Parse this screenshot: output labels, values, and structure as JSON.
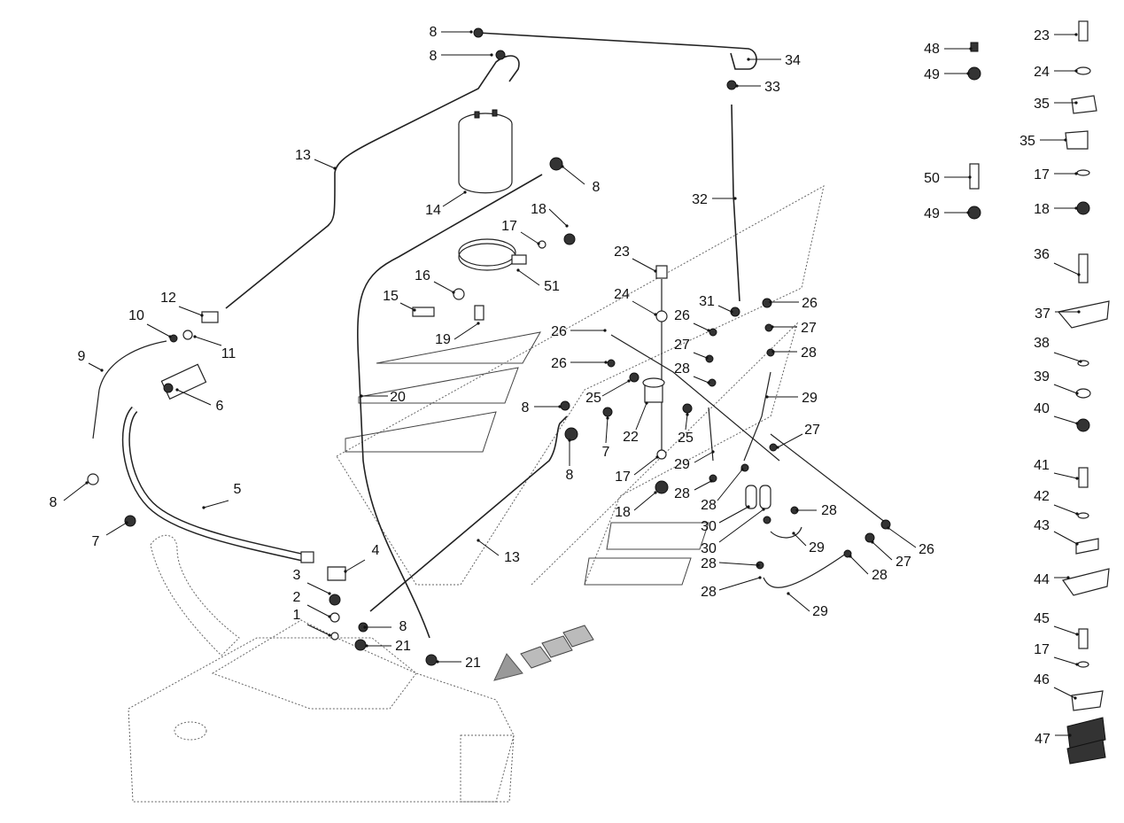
{
  "callouts": [
    {
      "label": "8"
    },
    {
      "label": "8"
    },
    {
      "label": "34"
    },
    {
      "label": "33"
    },
    {
      "label": "48"
    },
    {
      "label": "49"
    },
    {
      "label": "23"
    },
    {
      "label": "24"
    },
    {
      "label": "35"
    },
    {
      "label": "35"
    },
    {
      "label": "17"
    },
    {
      "label": "18"
    },
    {
      "label": "50"
    },
    {
      "label": "49"
    },
    {
      "label": "13"
    },
    {
      "label": "8"
    },
    {
      "label": "14"
    },
    {
      "label": "32"
    },
    {
      "label": "18"
    },
    {
      "label": "17"
    },
    {
      "label": "23"
    },
    {
      "label": "24"
    },
    {
      "label": "36"
    },
    {
      "label": "37"
    },
    {
      "label": "16"
    },
    {
      "label": "15"
    },
    {
      "label": "51"
    },
    {
      "label": "12"
    },
    {
      "label": "11"
    },
    {
      "label": "10"
    },
    {
      "label": "19"
    },
    {
      "label": "31"
    },
    {
      "label": "26"
    },
    {
      "label": "26"
    },
    {
      "label": "27"
    },
    {
      "label": "26"
    },
    {
      "label": "27"
    },
    {
      "label": "28"
    },
    {
      "label": "28"
    },
    {
      "label": "9"
    },
    {
      "label": "26"
    },
    {
      "label": "20"
    },
    {
      "label": "25"
    },
    {
      "label": "29"
    },
    {
      "label": "8"
    },
    {
      "label": "22"
    },
    {
      "label": "25"
    },
    {
      "label": "7"
    },
    {
      "label": "27"
    },
    {
      "label": "6"
    },
    {
      "label": "8"
    },
    {
      "label": "17"
    },
    {
      "label": "29"
    },
    {
      "label": "28"
    },
    {
      "label": "18"
    },
    {
      "label": "28"
    },
    {
      "label": "30"
    },
    {
      "label": "30"
    },
    {
      "label": "28"
    },
    {
      "label": "38"
    },
    {
      "label": "39"
    },
    {
      "label": "40"
    },
    {
      "label": "41"
    },
    {
      "label": "42"
    },
    {
      "label": "43"
    },
    {
      "label": "44"
    },
    {
      "label": "8"
    },
    {
      "label": "5"
    },
    {
      "label": "7"
    },
    {
      "label": "4"
    },
    {
      "label": "3"
    },
    {
      "label": "2"
    },
    {
      "label": "1"
    },
    {
      "label": "13"
    },
    {
      "label": "8"
    },
    {
      "label": "21"
    },
    {
      "label": "21"
    },
    {
      "label": "29"
    },
    {
      "label": "26"
    },
    {
      "label": "27"
    },
    {
      "label": "28"
    },
    {
      "label": "28"
    },
    {
      "label": "28"
    },
    {
      "label": "29"
    },
    {
      "label": "45"
    },
    {
      "label": "17"
    },
    {
      "label": "46"
    },
    {
      "label": "47"
    }
  ]
}
